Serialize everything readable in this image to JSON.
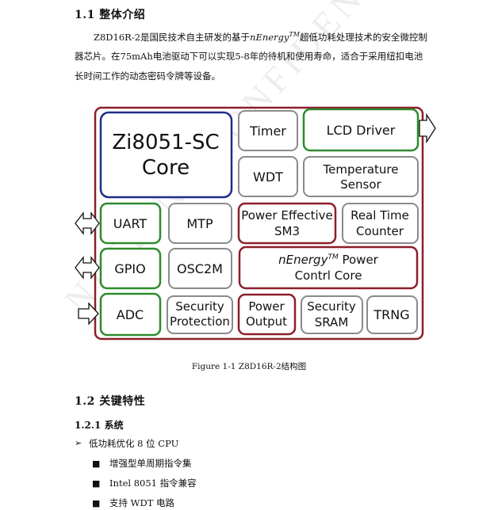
{
  "sec1": {
    "title": "1.1 整体介绍"
  },
  "intro": {
    "pre": "Z8D16R-2是国民技术自主研发的基于",
    "brand": "nEnergy",
    "tm": "TM",
    "post": "超低功耗处理技术的安全微控制器芯片。在75mAh电池驱动下可以实现5-8年的待机和使用寿命，适合于采用纽扣电池长时间工作的动态密码令牌等设备。"
  },
  "watermark": "NATIONZ CONFIDENTIAL",
  "diagram": {
    "core": [
      "Zi8051-SC",
      "Core"
    ],
    "timer": "Timer",
    "lcd": "LCD Driver",
    "wdt": "WDT",
    "temp": [
      "Temperature",
      "Sensor"
    ],
    "uart": "UART",
    "mtp": "MTP",
    "pe": [
      "Power Effective",
      "SM3"
    ],
    "rtc": [
      "Real Time",
      "Counter"
    ],
    "gpio": "GPIO",
    "osc": "OSC2M",
    "npc_brand": "nEnergy",
    "npc_tm": "TM",
    "npc_rest": " Power",
    "npc_line2": "Contrl Core",
    "adc": "ADC",
    "secprot": [
      "Security",
      "Protection"
    ],
    "pout": [
      "Power",
      "Output"
    ],
    "sram": [
      "Security",
      "SRAM"
    ],
    "trng": "TRNG",
    "colors": {
      "border": "#8B1F2A",
      "blue": "#1F2E8A",
      "green": "#2E8B2E",
      "gray": "#8A8A8A",
      "red": "#8B1F2A"
    }
  },
  "caption": "Figure 1-1 Z8D16R-2结构图",
  "sec2": {
    "title": "1.2 关键特性"
  },
  "sec21": {
    "title": "1.2.1 系统"
  },
  "list": {
    "arrow_glyph": "➢",
    "square_glyph": "■",
    "item1": "低功耗优化 8 位 CPU",
    "sub1": "增强型单周期指令集",
    "sub2": "Intel 8051 指令兼容",
    "sub3": "支持 WDT 电路"
  }
}
